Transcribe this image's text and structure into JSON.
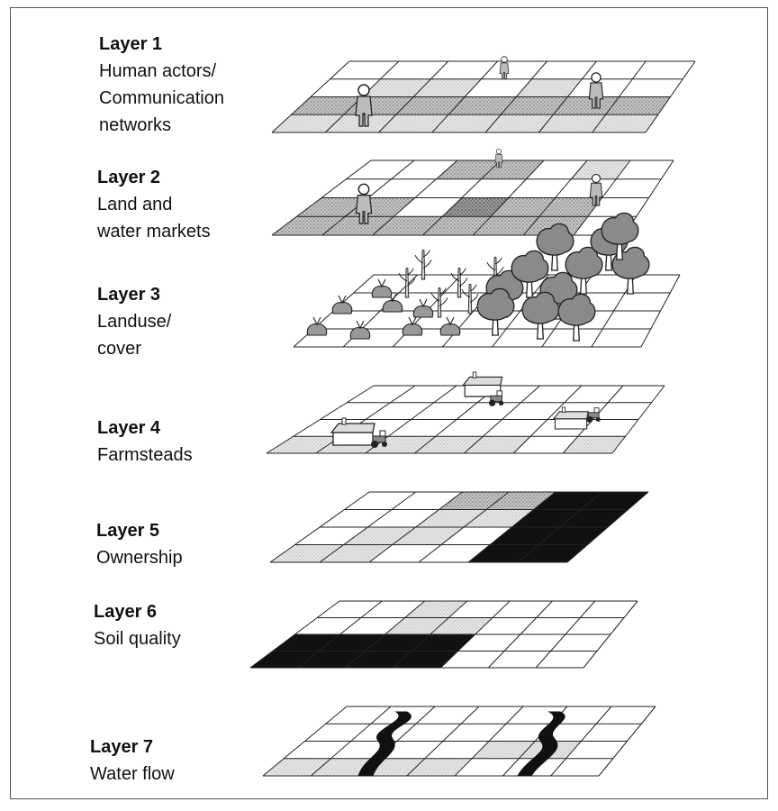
{
  "layers": [
    {
      "title": "Layer 1",
      "description": [
        "Human actors/",
        "Communication",
        "networks"
      ]
    },
    {
      "title": "Layer 2",
      "description": [
        "Land and",
        "water markets"
      ]
    },
    {
      "title": "Layer 3",
      "description": [
        "Landuse/",
        "cover"
      ]
    },
    {
      "title": "Layer 4",
      "description": [
        "Farmsteads"
      ]
    },
    {
      "title": "Layer 5",
      "description": [
        "Ownership"
      ]
    },
    {
      "title": "Layer 6",
      "description": [
        "Soil quality"
      ]
    },
    {
      "title": "Layer 7",
      "description": [
        "Water flow"
      ]
    }
  ],
  "colors": {
    "grid_line": "#222222",
    "light_shade": "#d4d4d4",
    "medium_shade": "#b2b2b2",
    "dark_fill": "#111111"
  }
}
